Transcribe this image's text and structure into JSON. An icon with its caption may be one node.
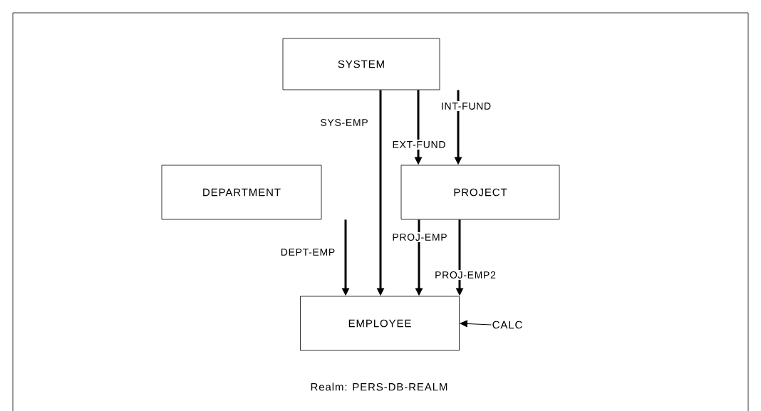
{
  "diagram": {
    "nodes": [
      {
        "text": [
          "SYSTEM"
        ]
      },
      {
        "text": [
          "DEPARTMENT"
        ]
      },
      {
        "text": [
          "PROJECT"
        ]
      },
      {
        "text": [
          "EMPLOYEE"
        ]
      },
      {
        "text": [
          "CALC"
        ]
      }
    ],
    "edges": [
      {
        "from": 0,
        "to": 3,
        "arrow": "to",
        "label": "SYS-EMP"
      },
      {
        "from": 0,
        "to": 2,
        "arrow": "to",
        "label": "EXT-FUND"
      },
      {
        "from": 0,
        "to": 2,
        "arrow": "to",
        "label": "INT-FUND"
      },
      {
        "from": 1,
        "to": 3,
        "arrow": "to",
        "label": "DEPT-EMP"
      },
      {
        "from": 2,
        "to": 3,
        "arrow": "to",
        "label": "PROJ-EMP"
      },
      {
        "from": 2,
        "to": 3,
        "arrow": "to",
        "label": "PROJ-EMP2"
      },
      {
        "from": 4,
        "to": 3,
        "arrow": "to"
      }
    ],
    "labels": [
      "Realm: PERS-DB-REALM"
    ]
  }
}
